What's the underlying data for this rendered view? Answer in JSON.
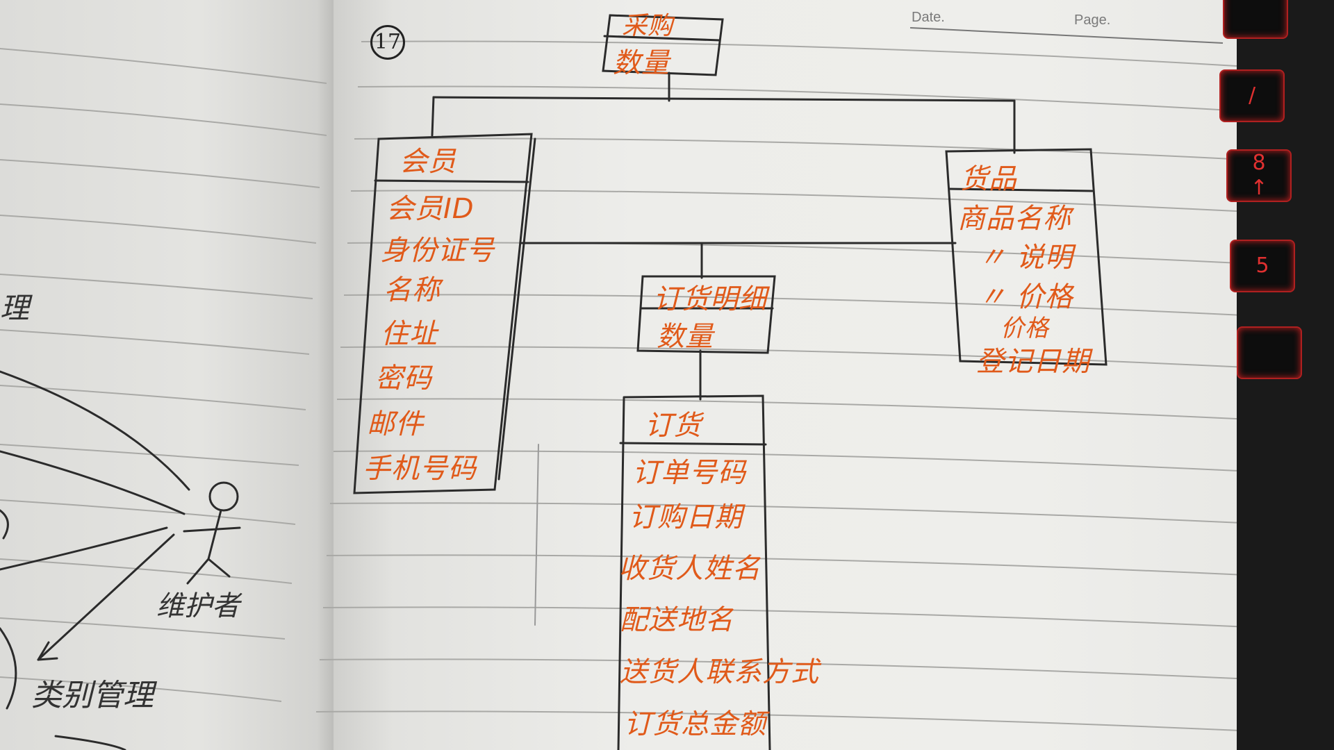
{
  "notebook_header": {
    "number": "17",
    "date_label": "Date.",
    "page_label": "Page."
  },
  "entities": {
    "top": {
      "title": "采购",
      "attributes": [
        "数量"
      ]
    },
    "left": {
      "title": "会员",
      "attributes": [
        "会员ID",
        "身份证号",
        "名称",
        "住址",
        "密码",
        "邮件",
        "手机号码"
      ]
    },
    "right": {
      "title": "货品",
      "attributes": [
        "商品名称",
        "〃 说明",
        "〃 价格",
        "价格",
        "登记日期"
      ]
    },
    "middle": {
      "title": "订货明细",
      "attributes": [
        "数量"
      ]
    },
    "bottom": {
      "title": "订货",
      "attributes": [
        "订单号码",
        "订购日期",
        "收货人姓名",
        "配送地名",
        "送货人联系方式",
        "订货总金额"
      ]
    }
  },
  "left_page": {
    "partial_text": "理",
    "actor_label": "维护者",
    "use_case": "类别管理"
  },
  "keyboard": {
    "keys": [
      "",
      "/",
      "8\n↑",
      "5"
    ]
  },
  "colors": {
    "ink_orange": "#e05a1a",
    "pencil_gray": "#333333",
    "paper": "#ededea",
    "rule_line": "#a9a9a6",
    "keyboard_glow": "#c02020"
  }
}
